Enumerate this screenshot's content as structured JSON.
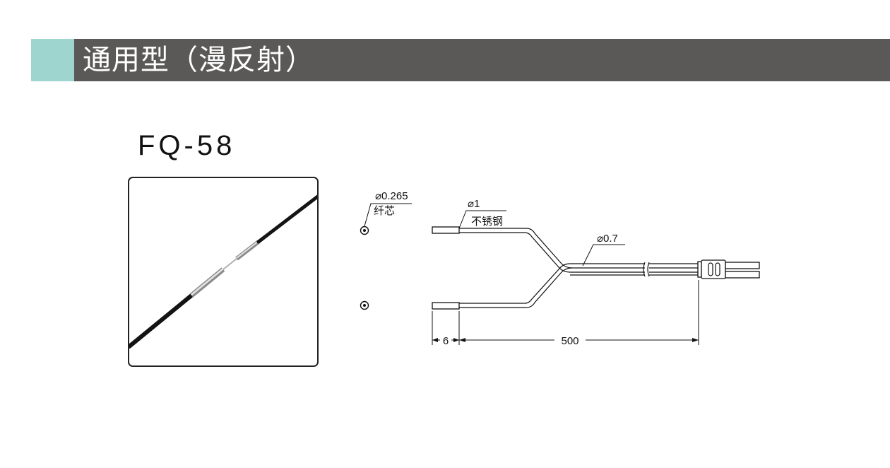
{
  "header": {
    "title": "通用型（漫反射）",
    "accent_color": "#9fd5cf",
    "bar_color": "#5b5957"
  },
  "product": {
    "model": "FQ-58"
  },
  "photo": {
    "icon": "fiber-cable-photo"
  },
  "drawing": {
    "core_diameter": "⌀0.265",
    "core_label": "纤芯",
    "sleeve_diameter": "⌀1",
    "sleeve_label": "不锈钢",
    "cable_diameter": "⌀0.7",
    "sleeve_length": "6",
    "cable_length": "500"
  }
}
